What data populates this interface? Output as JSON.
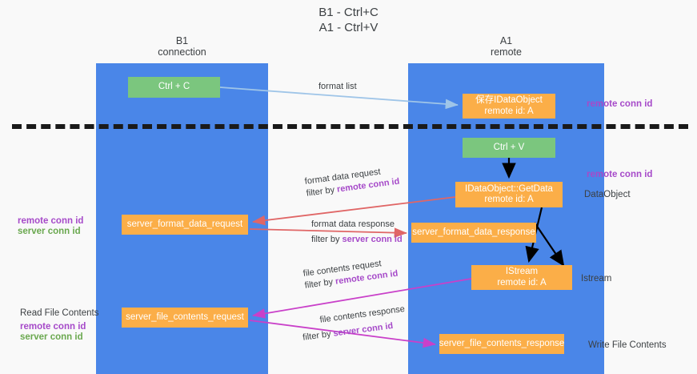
{
  "title": {
    "line1": "B1 - Ctrl+C",
    "line2": "A1 - Ctrl+V"
  },
  "lanes": [
    {
      "id": "b1",
      "name": "B1",
      "sub": "connection",
      "color": "#4a86e8"
    },
    {
      "id": "a1",
      "name": "A1",
      "sub": "remote",
      "color": "#4a86e8"
    }
  ],
  "nodes": {
    "ctrl_c": {
      "label": "Ctrl + C",
      "color": "#7bc67e"
    },
    "store_idataobject": {
      "line1": "保存IDataObject",
      "line2": "remote id: A",
      "color": "#fbae48"
    },
    "ctrl_v": {
      "label": "Ctrl + V",
      "color": "#7bc67e"
    },
    "getdata": {
      "line1": "IDataObject::GetData",
      "line2": "remote id: A",
      "color": "#fbae48"
    },
    "server_format_data_request": {
      "label": "server_format_data_request",
      "color": "#fbae48"
    },
    "server_format_data_response": {
      "label": "server_format_data_response",
      "color": "#fbae48"
    },
    "istream": {
      "line1": "IStream",
      "line2": "remote id: A",
      "color": "#fbae48"
    },
    "server_file_contents_request": {
      "label": "server_file_contents_request",
      "color": "#fbae48"
    },
    "server_file_contents_response": {
      "label": "server_file_contents_response",
      "color": "#fbae48"
    }
  },
  "edge_labels": {
    "format_list": "format list",
    "format_data_request": "format data request",
    "format_data_request_filter_prefix": "filter by ",
    "format_data_request_filter_key": "remote conn id",
    "format_data_response": "format data response",
    "format_data_response_filter_prefix": "filter by ",
    "format_data_response_filter_key": "server conn id",
    "file_contents_request": "file contents request",
    "file_contents_request_filter_prefix": "filter by ",
    "file_contents_request_filter_key": "remote conn id",
    "file_contents_response": "file contents response",
    "file_contents_response_filter_prefix": "filter by ",
    "file_contents_response_filter_key": "server conn id"
  },
  "right_annotations": {
    "remote_conn_id_top": "remote conn id",
    "remote_conn_id_mid": "remote conn id",
    "dataobject": "DataObject",
    "istream": "Istream",
    "write_file_contents": "Write File Contents"
  },
  "left_annotations": {
    "remote_conn_id_mid": "remote conn id",
    "server_conn_id_mid": "server conn id",
    "read_file_contents": "Read File Contents",
    "remote_conn_id_bottom": "remote conn id",
    "server_conn_id_bottom": "server conn id"
  },
  "colors": {
    "lane": "#4a86e8",
    "green_node": "#7bc67e",
    "orange_node": "#fbae48",
    "purple_text": "#a64ac9",
    "green_text": "#6aa84f",
    "light_blue_arrow": "#9fc5e8",
    "red_arrow": "#e06666",
    "magenta_arrow": "#c940c9",
    "black_arrow": "#000000",
    "divider": "#1a1a1a",
    "background": "#f9f9f9"
  }
}
